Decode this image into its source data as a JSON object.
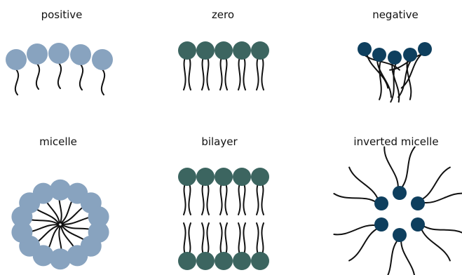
{
  "colors": {
    "light_head": "#88a3bf",
    "green_head": "#3c6560",
    "navy_head": "#0e3f5e",
    "tail": "#111111"
  },
  "panels": [
    {
      "id": "positive",
      "label": "positive",
      "head_color": "light_head"
    },
    {
      "id": "zero",
      "label": "zero",
      "head_color": "green_head"
    },
    {
      "id": "negative",
      "label": "negative",
      "head_color": "navy_head"
    },
    {
      "id": "micelle",
      "label": "micelle",
      "head_color": "light_head"
    },
    {
      "id": "bilayer",
      "label": "bilayer",
      "head_color": "green_head"
    },
    {
      "id": "inverted_micelle",
      "label": "inverted micelle",
      "head_color": "navy_head"
    }
  ]
}
